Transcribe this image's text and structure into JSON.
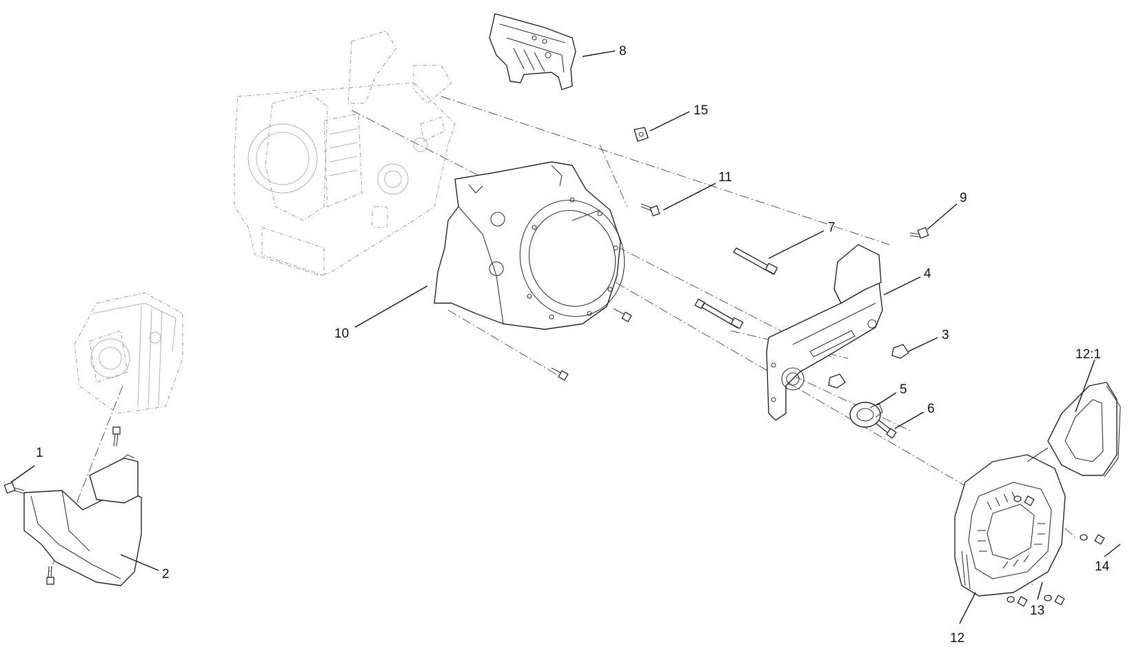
{
  "callouts": {
    "c1": "1",
    "c2": "2",
    "c3": "3",
    "c4": "4",
    "c5": "5",
    "c6": "6",
    "c7": "7",
    "c8": "8",
    "c9": "9",
    "c10": "10",
    "c11": "11",
    "c12": "12",
    "c12_1": "12:1",
    "c13": "13",
    "c14": "14",
    "c15": "15"
  }
}
